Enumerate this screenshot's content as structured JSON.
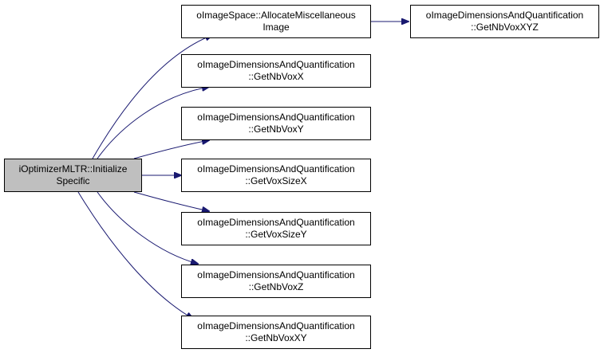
{
  "colors": {
    "edge": "#191970",
    "root_fill": "#bfbfbf",
    "node_fill": "#ffffff",
    "border": "#000000"
  },
  "nodes": {
    "root": {
      "line1": "iOptimizerMLTR::Initialize",
      "line2": "Specific"
    },
    "allocate": {
      "line1": "oImageSpace::AllocateMiscellaneous",
      "line2": "Image"
    },
    "getnbvoxxyz": {
      "line1": "oImageDimensionsAndQuantification",
      "line2": "::GetNbVoxXYZ"
    },
    "getnbvoxx": {
      "line1": "oImageDimensionsAndQuantification",
      "line2": "::GetNbVoxX"
    },
    "getnbvoxy": {
      "line1": "oImageDimensionsAndQuantification",
      "line2": "::GetNbVoxY"
    },
    "getvoxsizex": {
      "line1": "oImageDimensionsAndQuantification",
      "line2": "::GetVoxSizeX"
    },
    "getvoxsizey": {
      "line1": "oImageDimensionsAndQuantification",
      "line2": "::GetVoxSizeY"
    },
    "getnbvoxz": {
      "line1": "oImageDimensionsAndQuantification",
      "line2": "::GetNbVoxZ"
    },
    "getnbvoxxy": {
      "line1": "oImageDimensionsAndQuantification",
      "line2": "::GetNbVoxXY"
    }
  },
  "edges": [
    [
      "root",
      "allocate"
    ],
    [
      "allocate",
      "getnbvoxxyz"
    ],
    [
      "root",
      "getnbvoxx"
    ],
    [
      "root",
      "getnbvoxy"
    ],
    [
      "root",
      "getvoxsizex"
    ],
    [
      "root",
      "getvoxsizey"
    ],
    [
      "root",
      "getnbvoxz"
    ],
    [
      "root",
      "getnbvoxxy"
    ]
  ]
}
